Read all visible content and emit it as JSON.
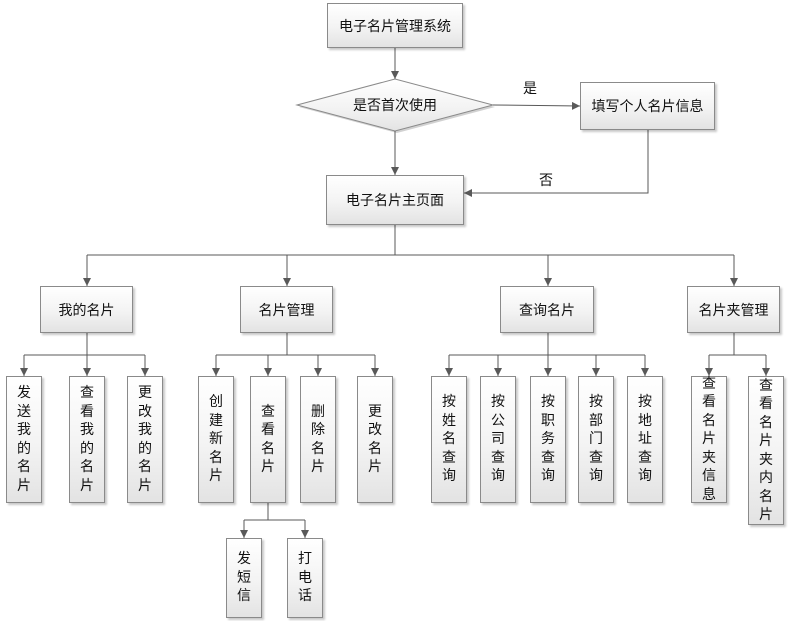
{
  "root": {
    "label": "电子名片管理系统"
  },
  "decision": {
    "label": "是否首次使用",
    "yes_label": "是",
    "no_label": "否"
  },
  "fill_info": {
    "label": "填写个人名片信息"
  },
  "home": {
    "label": "电子名片主页面"
  },
  "modules": [
    {
      "label": "我的名片",
      "children": [
        "发送我的名片",
        "查看我的名片",
        "更改我的名片"
      ]
    },
    {
      "label": "名片管理",
      "children": [
        "创建新名片",
        "查看名片",
        "删除名片",
        "更改名片"
      ]
    },
    {
      "label": "查询名片",
      "children": [
        "按姓名查询",
        "按公司查询",
        "按职务查询",
        "按部门查询",
        "按地址查询"
      ]
    },
    {
      "label": "名片夹管理",
      "children": [
        "查看名片夹信息",
        "查看名片夹内名片"
      ]
    }
  ],
  "view_card_actions": [
    "发短信",
    "打电话"
  ]
}
